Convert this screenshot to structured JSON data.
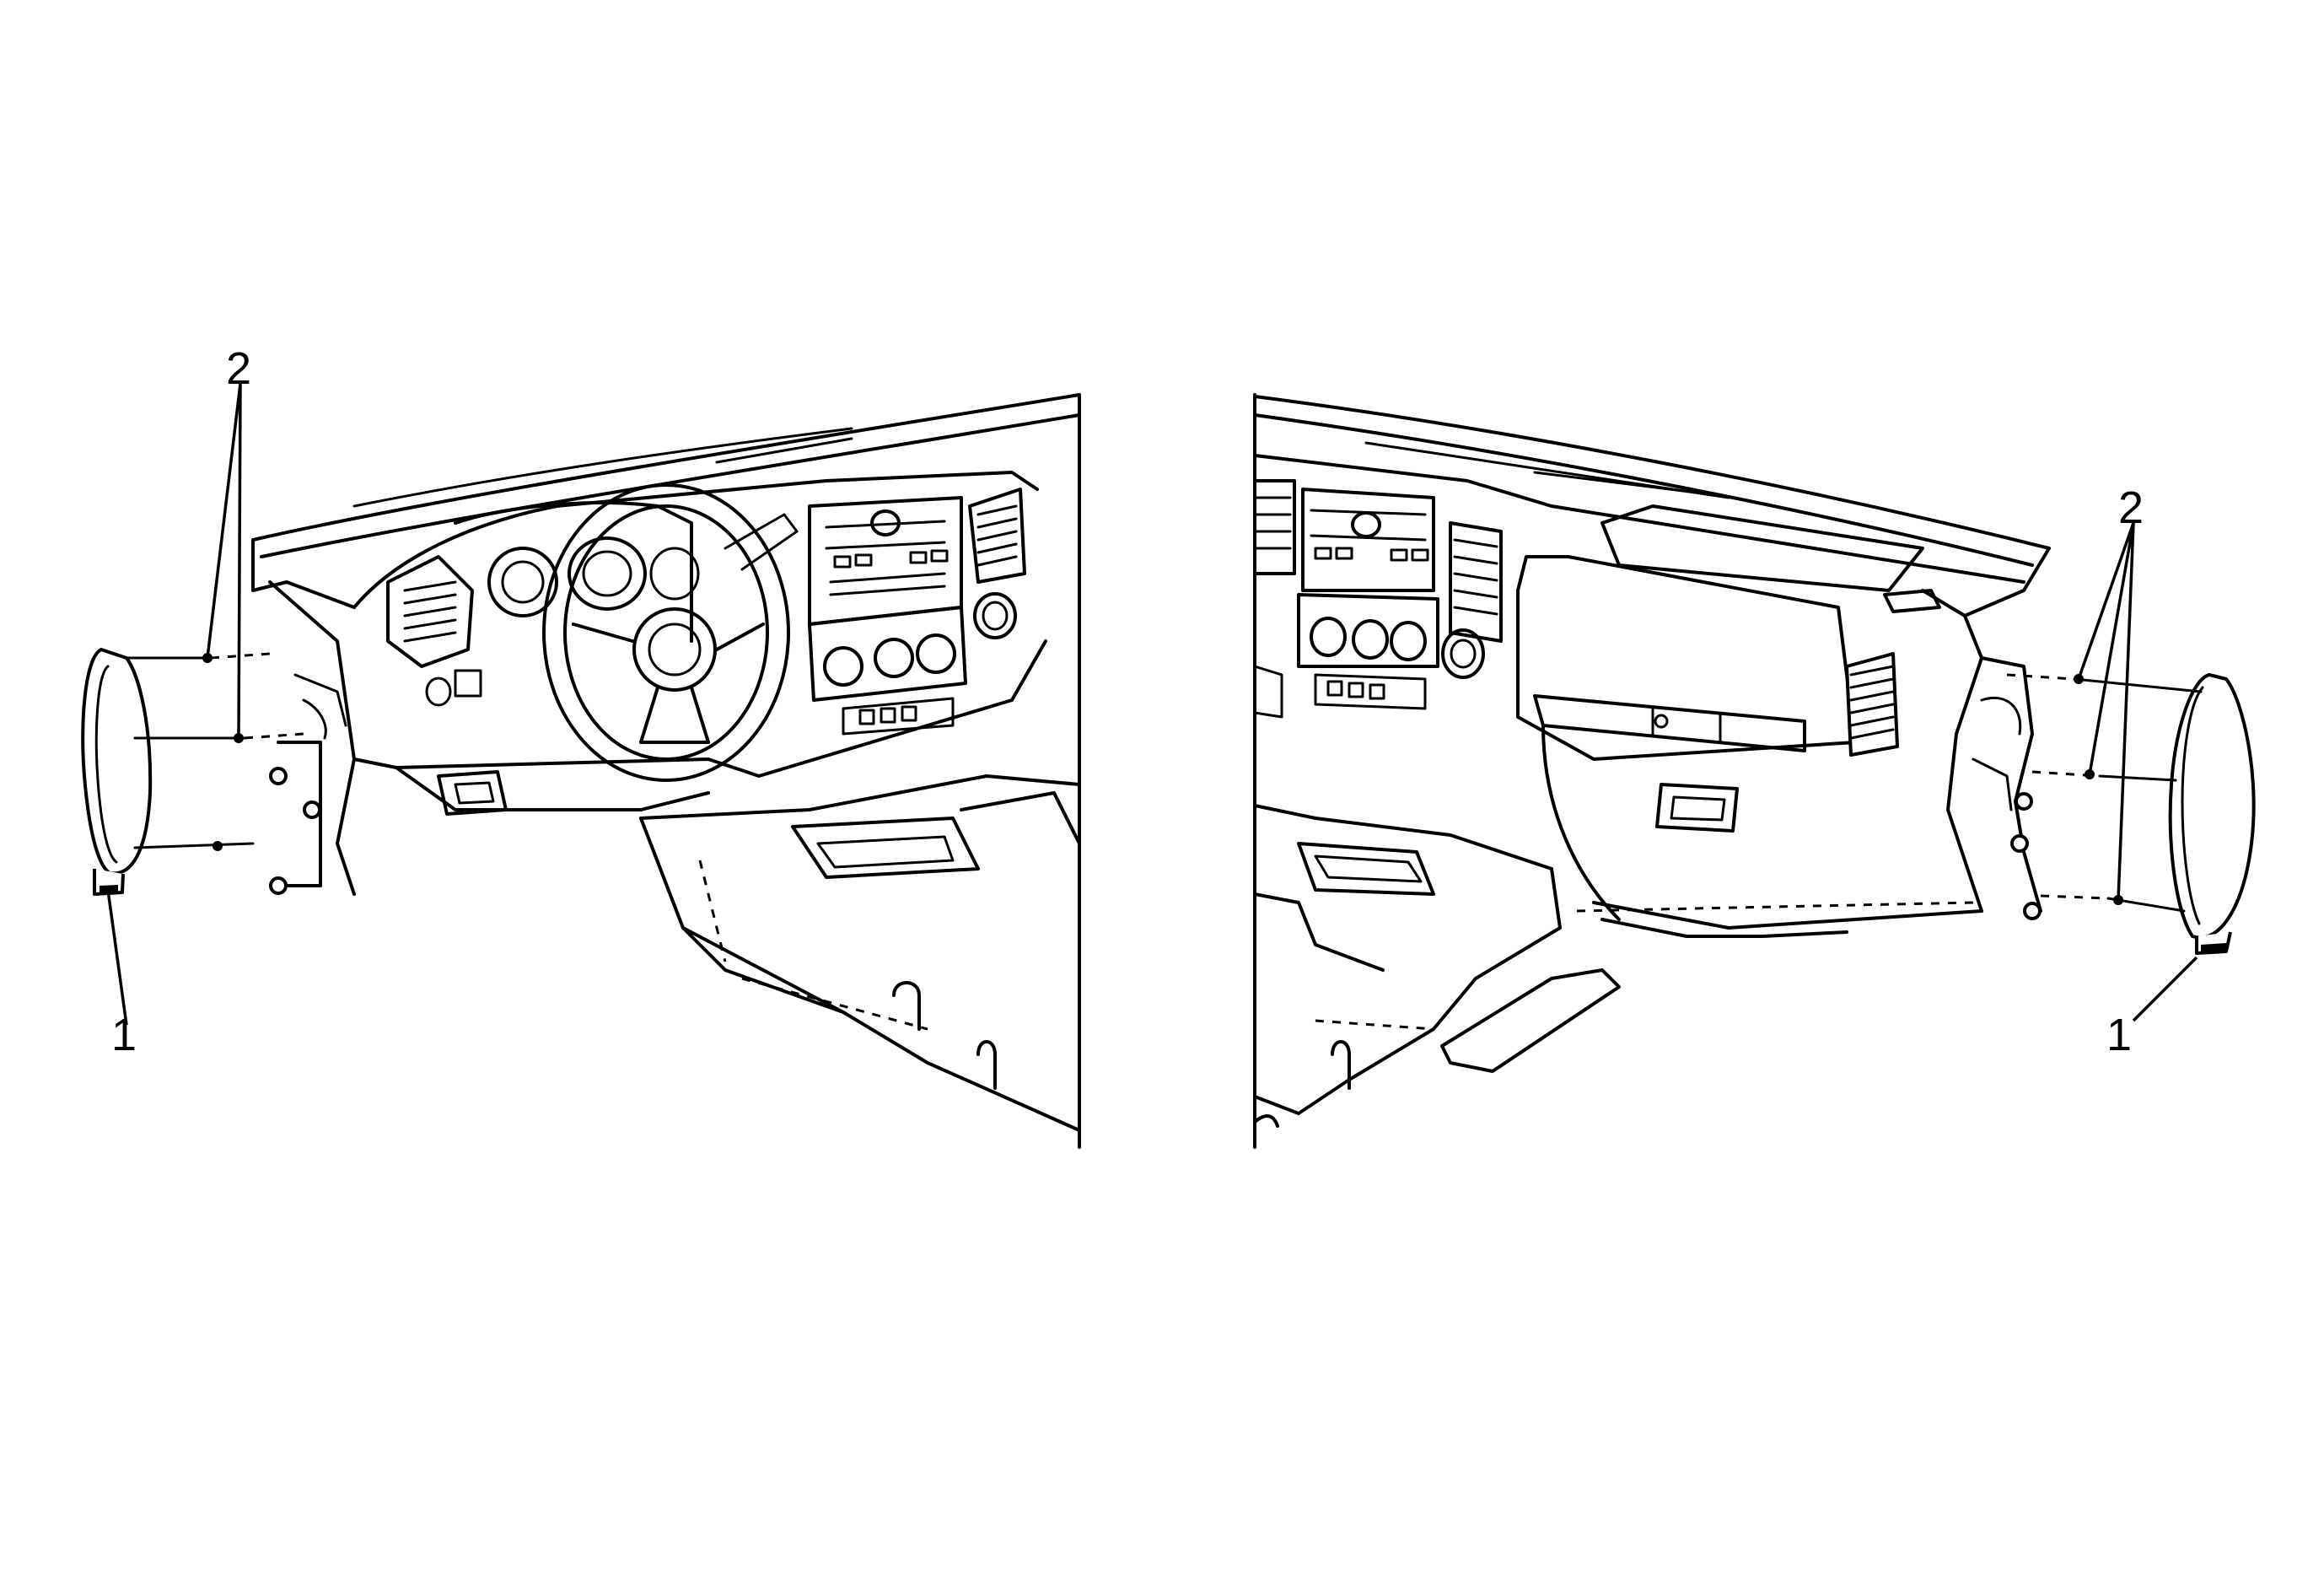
{
  "callouts": {
    "left_panel": {
      "label_1": "1",
      "label_2": "2"
    },
    "right_panel": {
      "label_1": "1",
      "label_2": "2"
    }
  }
}
